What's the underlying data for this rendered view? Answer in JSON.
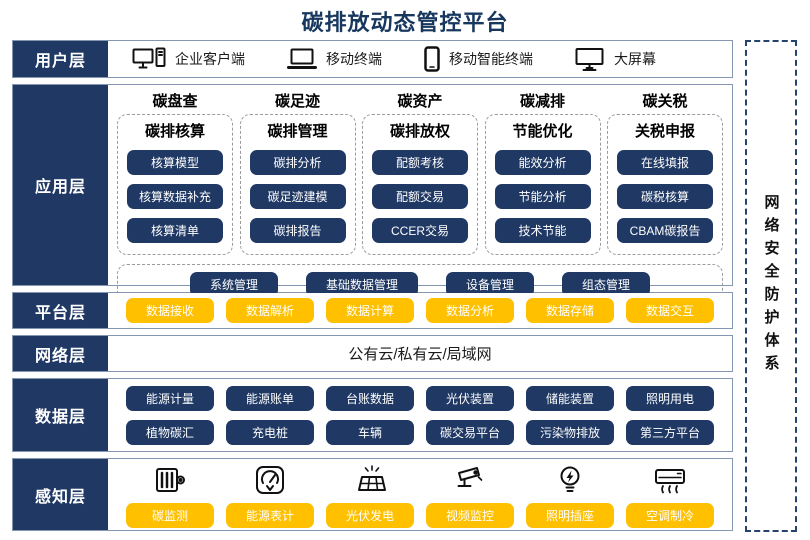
{
  "title": "碳排放动态管控平台",
  "colors": {
    "navy": "#1F3864",
    "orange": "#FFC000",
    "box_border": "#8496B0",
    "title_text": "#17375E"
  },
  "security_panel": {
    "text": "网络安全防护体系"
  },
  "layers": {
    "user": {
      "label": "用户层",
      "items": [
        {
          "icon": "desktop-pc-icon",
          "label": "企业客户端"
        },
        {
          "icon": "laptop-icon",
          "label": "移动终端"
        },
        {
          "icon": "smartphone-icon",
          "label": "移动智能终端"
        },
        {
          "icon": "big-screen-icon",
          "label": "大屏幕"
        }
      ]
    },
    "application": {
      "label": "应用层",
      "columns": [
        {
          "heading": "碳盘查",
          "subheading": "碳排核算",
          "buttons": [
            "核算模型",
            "核算数据补充",
            "核算清单"
          ]
        },
        {
          "heading": "碳足迹",
          "subheading": "碳排管理",
          "buttons": [
            "碳排分析",
            "碳足迹建模",
            "碳排报告"
          ]
        },
        {
          "heading": "碳资产",
          "subheading": "碳排放权",
          "buttons": [
            "配额考核",
            "配额交易",
            "CCER交易"
          ]
        },
        {
          "heading": "碳减排",
          "subheading": "节能优化",
          "buttons": [
            "能效分析",
            "节能分析",
            "技术节能"
          ]
        },
        {
          "heading": "碳关税",
          "subheading": "关税申报",
          "buttons": [
            "在线填报",
            "碳税核算",
            "CBAM碳报告"
          ]
        }
      ],
      "management_buttons": [
        "系统管理",
        "基础数据管理",
        "设备管理",
        "组态管理"
      ]
    },
    "platform": {
      "label": "平台层",
      "buttons": [
        "数据接收",
        "数据解析",
        "数据计算",
        "数据分析",
        "数据存储",
        "数据交互"
      ]
    },
    "network": {
      "label": "网络层",
      "text": "公有云/私有云/局域网"
    },
    "data": {
      "label": "数据层",
      "rows": [
        [
          "能源计量",
          "能源账单",
          "台账数据",
          "光伏装置",
          "储能装置",
          "照明用电"
        ],
        [
          "植物碳汇",
          "充电桩",
          "车辆",
          "碳交易平台",
          "污染物排放",
          "第三方平台"
        ]
      ]
    },
    "perception": {
      "label": "感知层",
      "items": [
        {
          "icon": "carbon-monitor-icon",
          "label": "碳监测"
        },
        {
          "icon": "energy-meter-icon",
          "label": "能源表计"
        },
        {
          "icon": "solar-pv-icon",
          "label": "光伏发电"
        },
        {
          "icon": "cctv-camera-icon",
          "label": "视频监控"
        },
        {
          "icon": "light-bulb-icon",
          "label": "照明插座"
        },
        {
          "icon": "air-conditioner-icon",
          "label": "空调制冷"
        }
      ]
    }
  }
}
